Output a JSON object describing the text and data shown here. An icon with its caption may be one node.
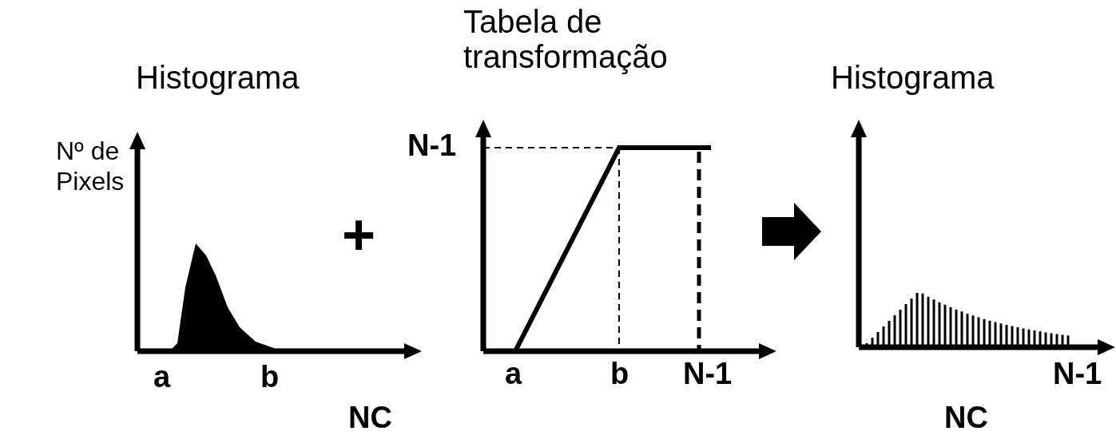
{
  "diagram": {
    "nodes": [
      {
        "text": [
          "Histograma"
        ]
      },
      {
        "text": [
          "Tabela de transformação"
        ]
      },
      {
        "text": [
          "Histograma"
        ]
      }
    ],
    "edges": [
      {
        "from": 1,
        "to": 2,
        "arrow": "to"
      }
    ],
    "labels": [
      "Nº de Pixels",
      "+",
      "N-1",
      "a",
      "b",
      "a",
      "b",
      "N-1",
      "N-1",
      "NC",
      "NC"
    ]
  }
}
